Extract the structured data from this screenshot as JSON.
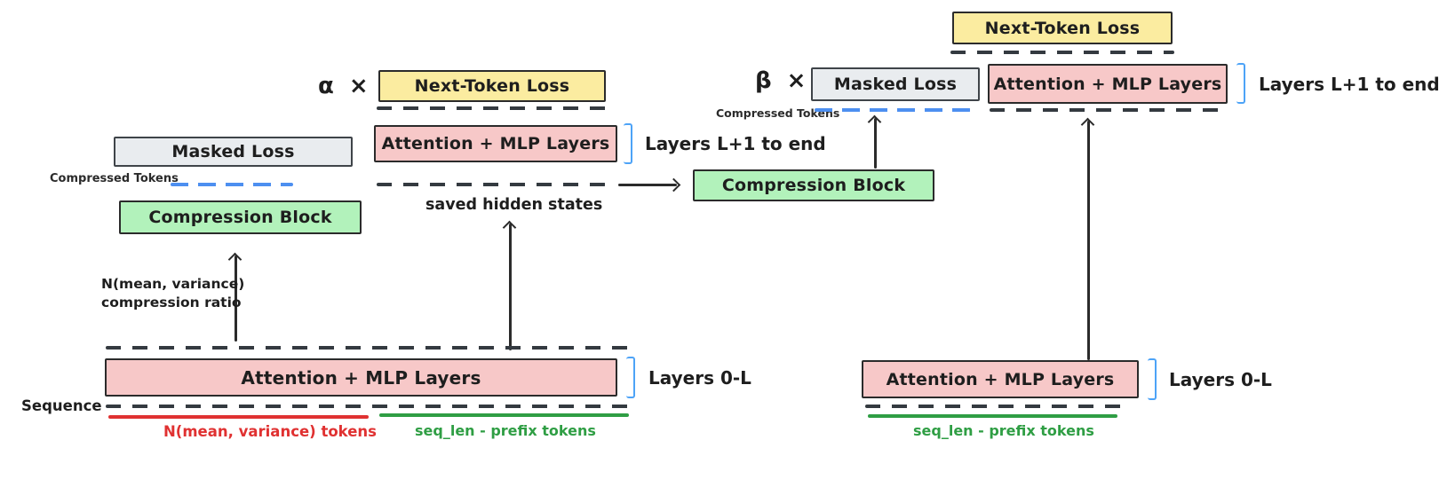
{
  "palette": {
    "box_yellow": "#fbeca0",
    "box_pink": "#f7c8c8",
    "box_gray": "#e9ecef",
    "box_green": "#b2f2bb",
    "ink": "#1e1e1e",
    "bracket_blue": "#4da3f7",
    "dash_blue": "#4d8ff0",
    "accent_red": "#e03131",
    "accent_green": "#2f9e44"
  },
  "left": {
    "weight_label": "α ×",
    "next_token_loss": "Next-Token Loss",
    "attention_upper": "Attention + MLP Layers",
    "layers_upper": "Layers L+1 to end",
    "masked_loss": "Masked Loss",
    "compressed_tokens": "Compressed Tokens",
    "compression_block": "Compression Block",
    "saved_hidden_states": "saved hidden states",
    "compression_ratio_line1": "N(mean, variance)",
    "compression_ratio_line2": "compression ratio",
    "attention_lower": "Attention + MLP Layers",
    "layers_lower": "Layers 0-L",
    "sequence": "Sequence",
    "variance_tokens": "N(mean, variance) tokens",
    "prefix_tokens": "seq_len - prefix tokens"
  },
  "right": {
    "weight_label": "β ×",
    "next_token_loss": "Next-Token Loss",
    "masked_loss": "Masked Loss",
    "attention_upper": "Attention + MLP Layers",
    "layers_upper": "Layers L+1 to end",
    "compressed_tokens": "Compressed Tokens",
    "compression_block": "Compression Block",
    "attention_lower": "Attention + MLP Layers",
    "layers_lower": "Layers 0-L",
    "prefix_tokens": "seq_len - prefix tokens"
  }
}
